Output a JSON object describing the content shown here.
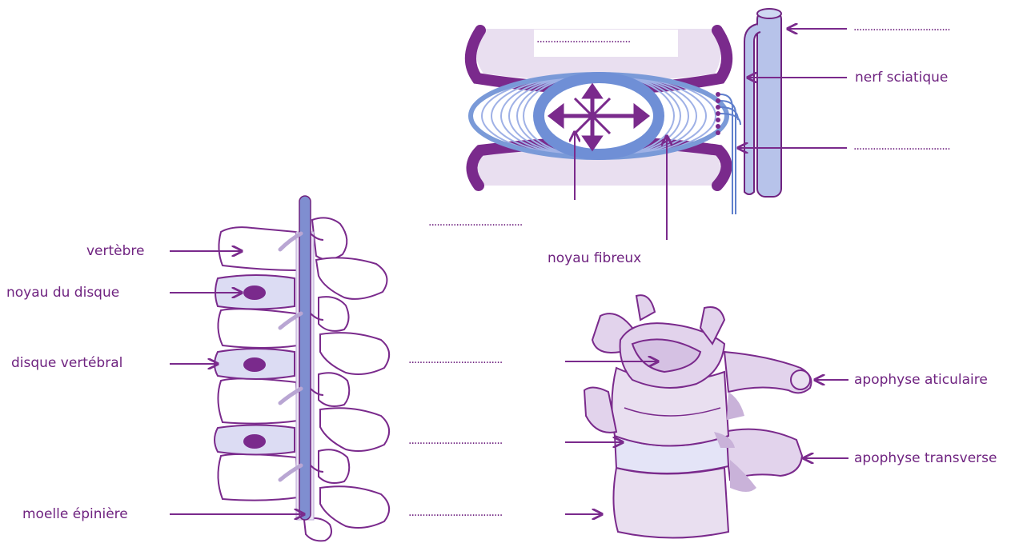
{
  "colors": {
    "purple": "#7a2a8c",
    "light_purple": "#e9dff0",
    "mid_purple": "#c9b2d9",
    "blue": "#6f8fd6",
    "light_blue": "#aebde9",
    "nerve_blue": "#b7c3ea"
  },
  "left_figure": {
    "labels": {
      "vertebre": "vertèbre",
      "noyau_disque": "noyau du disque",
      "disque_vertebral": "disque vertébral",
      "moelle": "moelle épinière"
    }
  },
  "top_figure": {
    "blank_top": "..................................",
    "blank_right_top": "...................................",
    "nerf_label": "nerf sciatique",
    "blank_right_bottom": "...................................",
    "blank_left": "..................................",
    "noyau_label": "noyau fibreux"
  },
  "bottom_figure": {
    "blank_1": "..................................",
    "blank_2": "..................................",
    "blank_3": "..................................",
    "articulaire_label": "apophyse aticulaire",
    "transverse_label": "apophyse transverse"
  },
  "icons": [
    "arrow-icon",
    "four-way-arrow-icon"
  ]
}
